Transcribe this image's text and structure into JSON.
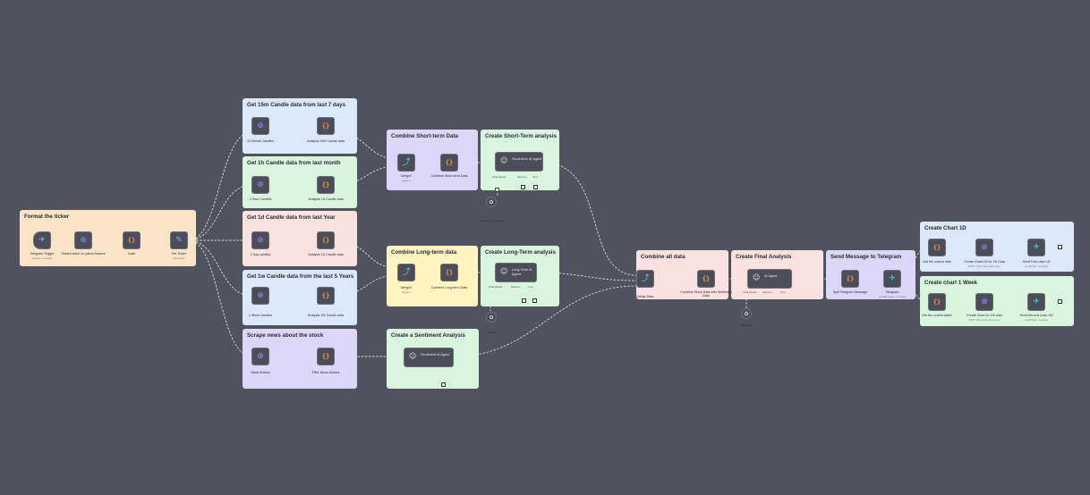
{
  "groups": {
    "format_ticker": "Format the ticker",
    "candle_15m": "Get 15m Candle data from last 7 days",
    "candle_1h": "Get 1h Candle data from last month",
    "candle_1d": "Get 1d Candle data from last Year",
    "candle_1w": "Get 1w Candle data from the last 5 Years",
    "scrape_news": "Scrape news about the stock",
    "combine_short": "Combine Short-term Data",
    "short_analysis": "Create Short-Term analysis",
    "combine_long": "Combine Long-term data",
    "long_analysis": "Create Long-Term analysis",
    "sentiment": "Create a Sentiment Analysis",
    "combine_all": "Combine all data",
    "final_analysis": "Create Final Analysis",
    "send_telegram": "Send Message to Telegram",
    "chart_1d": "Create Chart 1D",
    "chart_1w": "Create chart 1 Week"
  },
  "nodes": {
    "telegram_trigger": "Telegram Trigger",
    "telegram_trigger_sub": "Updates: message",
    "search_ticker": "Search ticker on yahoo finance",
    "code": "Code",
    "set_ticker": "Set Ticker",
    "set_ticker_sub": "Edit Fields",
    "candles_15m": "15 Minute Candles",
    "analysis_15m": "Analysis 15M Candle data",
    "candles_1h": "1 Hour Candles",
    "analysis_1h": "Analysis 1H Candle data",
    "candles_1d": "1 Day candles",
    "analysis_1d": "Analysis 1D Candle data",
    "candles_1w": "1 Week Candles",
    "analysis_1w": "Analysis 1W Candle data",
    "stock_articles": "Stock Articles",
    "filter_news": "Filter News Articles",
    "merge2": "Merge2",
    "merge2_sub": "append",
    "combine_short": "Combine Short-term Data",
    "merge3": "Merge3",
    "merge3_sub": "append",
    "combine_long": "Combine Long-term Data",
    "merge_data": "Merge Data",
    "combine_stock_sentiment": "Combine Stock Data with Sentiment Data",
    "split_telegram": "Split Telegram Message",
    "telegram": "Telegram",
    "telegram_sub": "sendMessage: message",
    "get_correct_date": "Get the correct date",
    "create_chart_1d": "Create Chart 1D for 1D Data",
    "create_chart_1d_sub": "POST: https://api.chart-img.c",
    "send_first_chart": "Send First chart 1D",
    "send_first_chart_sub": "sendPhoto: message",
    "get_correct_date1": "Get the correct date1",
    "create_chart_1w": "Create Chart for 1W data",
    "create_chart_1w_sub": "POST: https://api.chart-img.c",
    "send_second_chart": "Send Second chart 1W",
    "send_second_chart_sub": "sendPhoto: message"
  },
  "agents": {
    "short_term": "Short-term AI Agent",
    "long_term": "Long-Term AI Agent",
    "sentiment": "Sentiment AI Agent",
    "final": "AI Agent"
  },
  "ports": {
    "model": "Chat Model",
    "memory": "Memory",
    "tool": "Tool"
  },
  "subnodes": {
    "short_model": "OpenAI Chat Model",
    "long_model": "OpenAI",
    "final_model": "OpenAI1"
  },
  "icons": {
    "http": "globe-icon",
    "code": "code-braces-icon",
    "merge": "merge-icon",
    "telegram": "telegram-icon",
    "set": "pencil-icon",
    "agent": "robot-icon",
    "openai": "openai-icon"
  },
  "colors": {
    "canvas": "#50535d",
    "blue": "#dbe7fb",
    "green": "#d9f5de",
    "red": "#fce1e1",
    "purple": "#dcd6f9",
    "yellow": "#fff6c2",
    "orange": "#fbe3c8"
  }
}
